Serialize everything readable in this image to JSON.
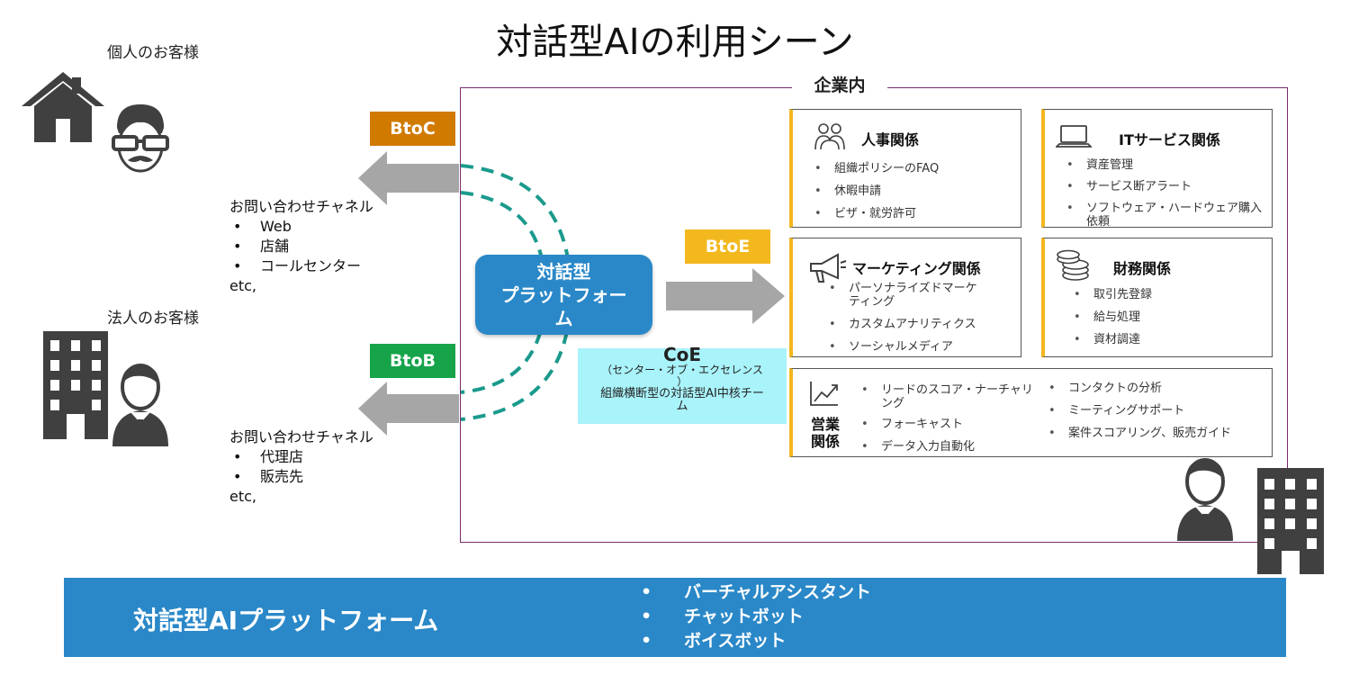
{
  "title": "対話型AIの利用シーン",
  "individual": {
    "label": "個人のお客様",
    "badge": "BtoC",
    "channels_title": "お問い合わせチャネル",
    "channels": [
      "Web",
      "店舗",
      "コールセンター"
    ],
    "etc": "etc,"
  },
  "corporate": {
    "label": "法人のお客様",
    "badge": "BtoB",
    "channels_title": "お問い合わせチャネル",
    "channels": [
      "代理店",
      "販売先"
    ],
    "etc": "etc,"
  },
  "platform": {
    "lines": [
      "対話型",
      "プラットフォー",
      "ム"
    ]
  },
  "btoe": "BtoE",
  "coe": {
    "title": "CoE",
    "subtitle_lines": [
      "（センター・オブ・エクセレンス",
      "）"
    ],
    "desc_lines": [
      "組織横断型の対話型AI中核チー",
      "ム"
    ]
  },
  "enterprise": {
    "label": "企業内",
    "hr": {
      "title": "人事関係",
      "items": [
        "組織ポリシーのFAQ",
        "休暇申請",
        "ビザ・就労許可"
      ]
    },
    "it": {
      "title": "ITサービス関係",
      "items": [
        "資産管理",
        "サービス断アラート",
        "ソフトウェア・ハードウェア購入依頼"
      ]
    },
    "marketing": {
      "title": "マーケティング関係",
      "items": [
        "パーソナライズドマーケティング",
        "カスタムアナリティクス",
        "ソーシャルメディア"
      ]
    },
    "finance": {
      "title": "財務関係",
      "items": [
        "取引先登録",
        "給与処理",
        "資材調達"
      ]
    },
    "sales": {
      "title_lines": [
        "営業",
        "関係"
      ],
      "items_left": [
        "リードのスコア・ナーチャリング",
        "フォーキャスト",
        "データ入力自動化"
      ],
      "items_right": [
        "コンタクトの分析",
        "ミーティングサポート",
        "案件スコアリング、販売ガイド"
      ]
    }
  },
  "bottom": {
    "title": "対話型AIプラットフォーム",
    "items": [
      "バーチャルアシスタント",
      "チャットボット",
      "ボイスボット"
    ]
  },
  "colors": {
    "btoc": "#d17a00",
    "btob": "#16a34a",
    "btoe": "#f3b81d",
    "platform_blue": "#2a88c8",
    "coe_cyan": "#a9f3fa",
    "enterprise_border": "#7b2b6e",
    "card_accent": "#f3b81d",
    "arrow_gray": "#a6a6a6",
    "dash_teal": "#1a9a8c",
    "icon_dark": "#404040"
  },
  "icons": [
    "house-icon",
    "glasses-person-icon",
    "office-building-icon",
    "business-person-icon",
    "people-icon",
    "laptop-icon",
    "megaphone-icon",
    "coins-icon",
    "chart-icon"
  ]
}
